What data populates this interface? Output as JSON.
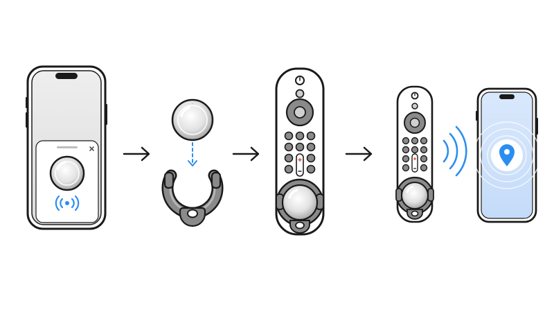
{
  "diagram": {
    "steps": [
      {
        "id": "pair-tag-phone",
        "icons": [
          "phone-icon",
          "airtag-icon",
          "nfc-waves-icon",
          "close-icon"
        ]
      },
      {
        "id": "insert-tag-holder",
        "icons": [
          "airtag-icon",
          "down-arrow-icon",
          "holder-ring-icon"
        ]
      },
      {
        "id": "holder-on-remote",
        "icons": [
          "remote-icon",
          "airtag-icon"
        ]
      },
      {
        "id": "locate-remote",
        "icons": [
          "remote-icon",
          "signal-waves-icon",
          "phone-icon",
          "location-pin-icon"
        ]
      }
    ],
    "connector_icon": "right-arrow-icon",
    "colors": {
      "stroke": "#1a1a1a",
      "accent": "#2a8ef0",
      "phone_screen": "#e8e8e8",
      "locate_screen": "#cfe2fb",
      "tag_metal": "#d8d8d8",
      "holder": "#888888"
    }
  }
}
